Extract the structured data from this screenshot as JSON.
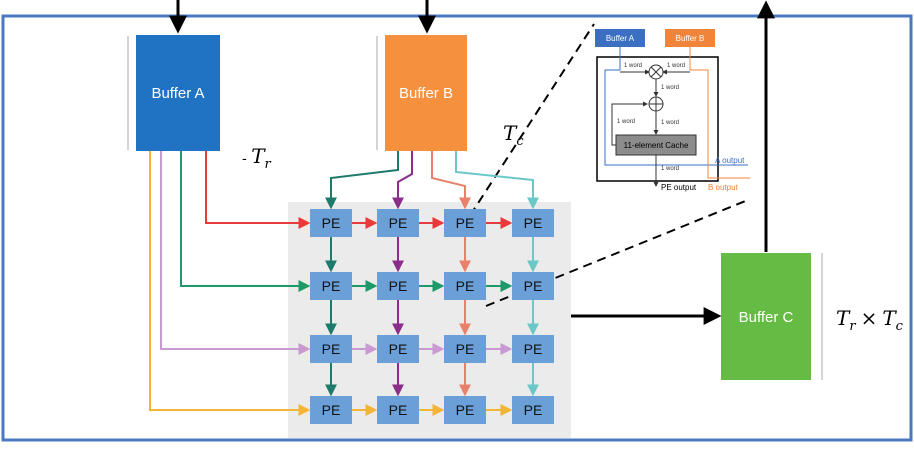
{
  "buffers": {
    "a": {
      "label": "Buffer A",
      "color": "#1f73c2"
    },
    "b": {
      "label": "Buffer B",
      "color": "#f5913e"
    },
    "c": {
      "label": "Buffer C",
      "color": "#66bb44"
    }
  },
  "pe": {
    "label": "PE",
    "color": "#6a9fd8",
    "rows": 4,
    "cols": 4
  },
  "grid_bg_color": "#ebebeb",
  "frame_color": "#4a78c2",
  "annotations": {
    "tr_symbol": "T",
    "tr_sub": "r",
    "tc_symbol": "T",
    "tc_sub": "c",
    "trtc_times": "×"
  },
  "wire_colors": {
    "row1": "#e83a3a",
    "row2": "#1e9a6a",
    "row3": "#c99ad2",
    "row4": "#f2b53a",
    "col1": "#1e7a6a",
    "col2": "#8a2e8a",
    "col3": "#e8806a",
    "col4": "#6ac8c8"
  },
  "inset": {
    "buffer_a": "Buffer A",
    "buffer_b": "Buffer B",
    "word": "1 word",
    "cache": "11-element Cache",
    "a_output": "A output",
    "pe_output": "PE output",
    "b_output": "B output",
    "blue": "#3a6fc2",
    "orange": "#f0843a",
    "cache_color": "#8c8c8c"
  }
}
